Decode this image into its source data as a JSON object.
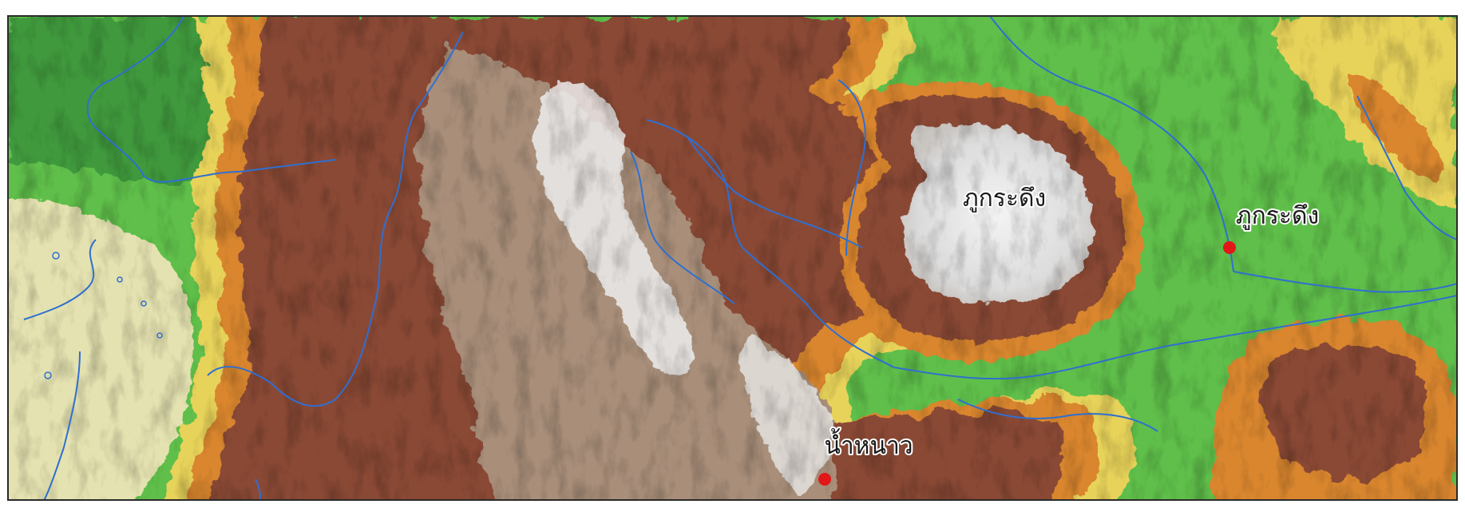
{
  "map": {
    "labels": {
      "plateau": "ภูกระดึง",
      "town_phukradueng": "ภูกระดึง",
      "town_namnao": "น้ำหนาว"
    },
    "colors": {
      "river": "#2f6fd0",
      "point_marker": "#e01818",
      "lowland_green": "#5fbf4a",
      "foothill_yellow": "#e8d35a",
      "slope_orange": "#d9862e",
      "mountain_brown": "#8a4a35",
      "highland_tan": "#a98f7a",
      "summit_white": "#eeeeee",
      "plain_beige": "#e4e2b0"
    }
  }
}
